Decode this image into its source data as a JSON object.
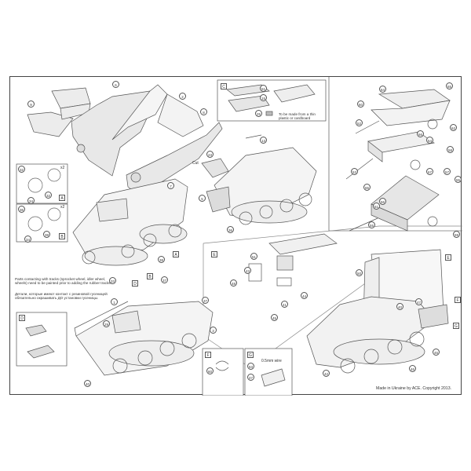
{
  "document": {
    "type": "paper model assembly instruction sheet",
    "copyright": "Made in Ukraine by ACE. Copyright 2013.",
    "notes": {
      "english": "Parts contacting with tracks (sprocket wheel, idler wheel, wheels) need to be painted prior to adding the rubber tracks.",
      "russian": "Детали, которые имеют контакт с резиновой гусеницей обязательно окрашивать ДО установки гусеницы."
    },
    "inset_c_note": "To be made from a thin plastic or cardboard",
    "cut_label": "Cut",
    "wire_label": "0.5mm wire",
    "x2_label": "x2"
  },
  "insets": [
    {
      "id": "C",
      "parts": [
        "51",
        "15",
        "25"
      ]
    },
    {
      "id": "A",
      "parts": [
        "32",
        "32",
        "34"
      ],
      "multiplier": "x2"
    },
    {
      "id": "B",
      "parts": [
        "36",
        "38",
        "34"
      ],
      "multiplier": "x2"
    },
    {
      "id": "D",
      "parts": []
    },
    {
      "id": "E",
      "parts": [
        "51",
        "43",
        "48",
        "44",
        "41",
        "45",
        "50"
      ]
    },
    {
      "id": "F",
      "parts": [
        "60"
      ]
    },
    {
      "id": "G",
      "parts": [
        "63",
        "47"
      ]
    }
  ],
  "part_numbers": {
    "hull_parts": [
      "9",
      "6",
      "2",
      "8"
    ],
    "chassis_top": [
      "7",
      "33",
      "35"
    ],
    "center_vehicle": [
      "23",
      "13",
      "5",
      "36"
    ],
    "trailer_1": [
      "64",
      "65",
      "60",
      "52",
      "66",
      "54",
      "62"
    ],
    "trailer_2": [
      "58",
      "53",
      "65"
    ],
    "trailer_3": [
      "67",
      "57",
      "55",
      "61",
      "56",
      "55",
      "59"
    ],
    "lower_left": [
      "1",
      "37",
      "29",
      "37",
      "3",
      "40"
    ],
    "lower_right": [
      "E",
      "F",
      "G",
      "40",
      "47",
      "42",
      "46",
      "45"
    ]
  },
  "step_markers": [
    "A",
    "B",
    "D",
    "E",
    "F",
    "G"
  ]
}
